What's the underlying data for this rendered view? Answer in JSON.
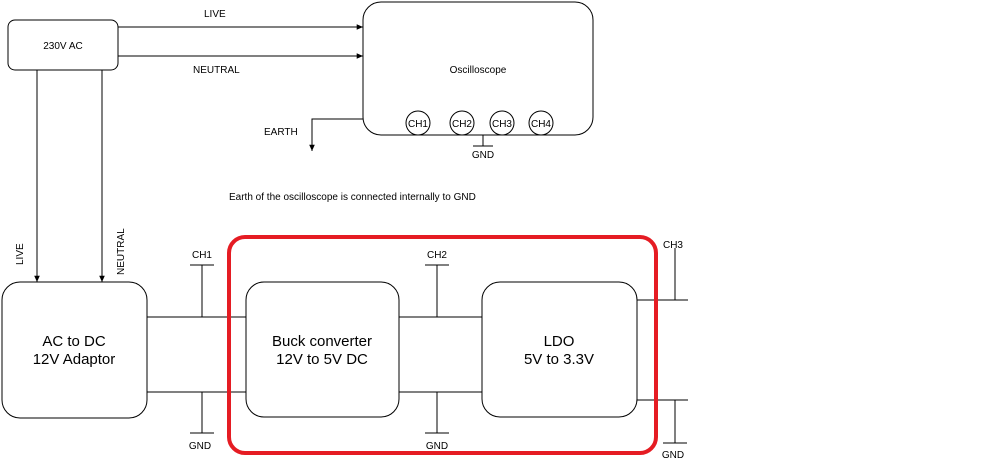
{
  "source": {
    "label": "230V AC"
  },
  "oscilloscope": {
    "label": "Oscilloscope",
    "channels": [
      "CH1",
      "CH2",
      "CH3",
      "CH4"
    ],
    "gnd_label": "GND"
  },
  "wires": {
    "live": "LIVE",
    "neutral": "NEUTRAL",
    "earth": "EARTH"
  },
  "note": "Earth of the oscilloscope is connected internally to GND",
  "adaptor": {
    "line1": "AC to DC",
    "line2": "12V Adaptor"
  },
  "buck": {
    "line1": "Buck converter",
    "line2": "12V to 5V DC"
  },
  "ldo": {
    "line1": "LDO",
    "line2": "5V to 3.3V"
  },
  "probes": {
    "ch1": "CH1",
    "ch2": "CH2",
    "ch3": "CH3"
  },
  "grounds": {
    "gnd1": "GND",
    "gnd2": "GND",
    "gnd3": "GND"
  },
  "colors": {
    "highlight": "#e51c23",
    "line": "#000000",
    "fill": "#ffffff"
  }
}
